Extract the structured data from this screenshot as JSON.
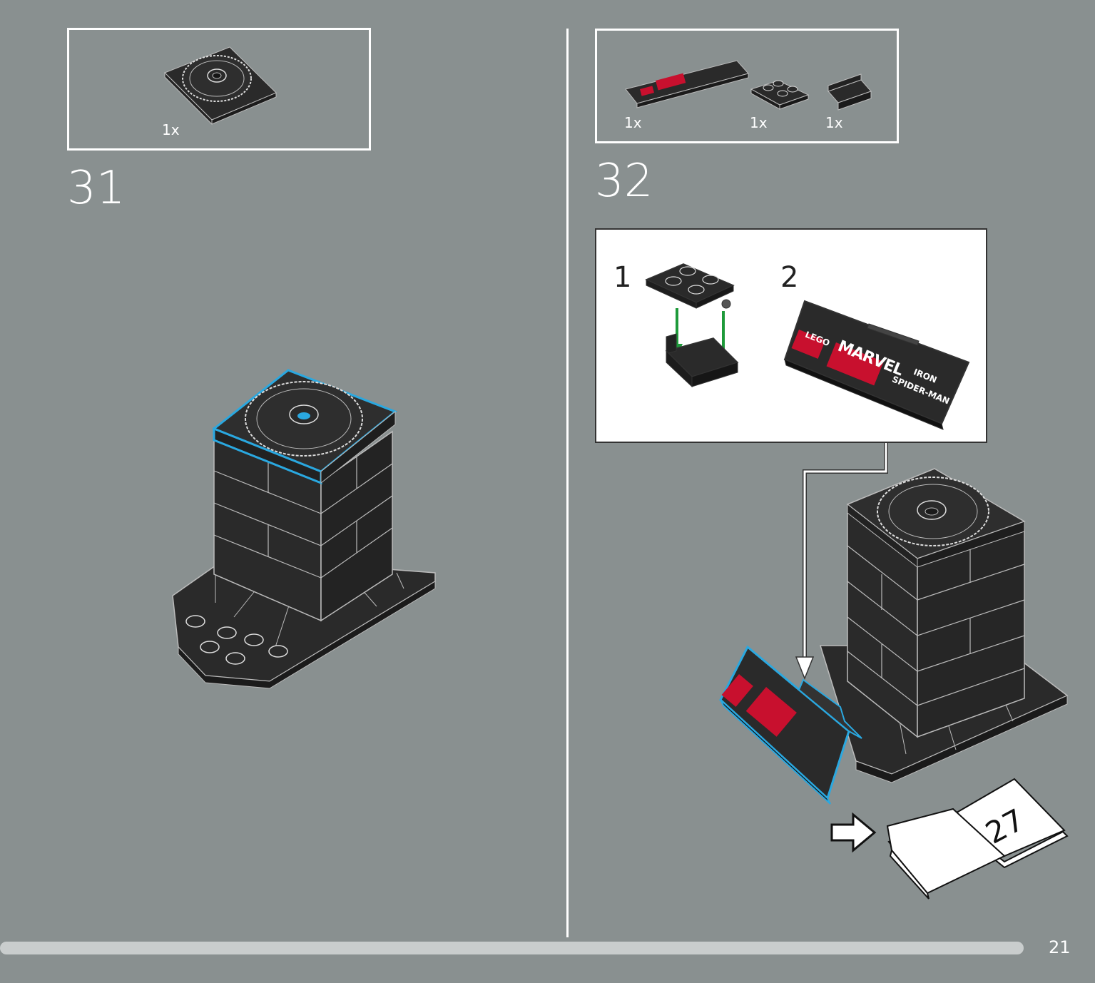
{
  "left_step": {
    "number": "31",
    "parts": [
      {
        "qty": "1x",
        "icon": "turntable-plate-icon"
      }
    ]
  },
  "right_step": {
    "number": "32",
    "parts": [
      {
        "qty": "1x",
        "icon": "printed-tile-icon"
      },
      {
        "qty": "1x",
        "icon": "plate-2x2-icon"
      },
      {
        "qty": "1x",
        "icon": "hinge-icon"
      }
    ],
    "substeps": [
      {
        "number": "1"
      },
      {
        "number": "2"
      }
    ],
    "tile_text": {
      "brand": "LEGO",
      "franchise": "MARVEL",
      "name_line1": "IRON",
      "name_line2": "SPIDER-MAN"
    },
    "next_page": "27"
  },
  "page": {
    "number": "21"
  },
  "colors": {
    "background": "#899090",
    "brick": "#2a2a2a",
    "highlight": "#2aa8e0",
    "arrow_green": "#1e9a3a"
  }
}
